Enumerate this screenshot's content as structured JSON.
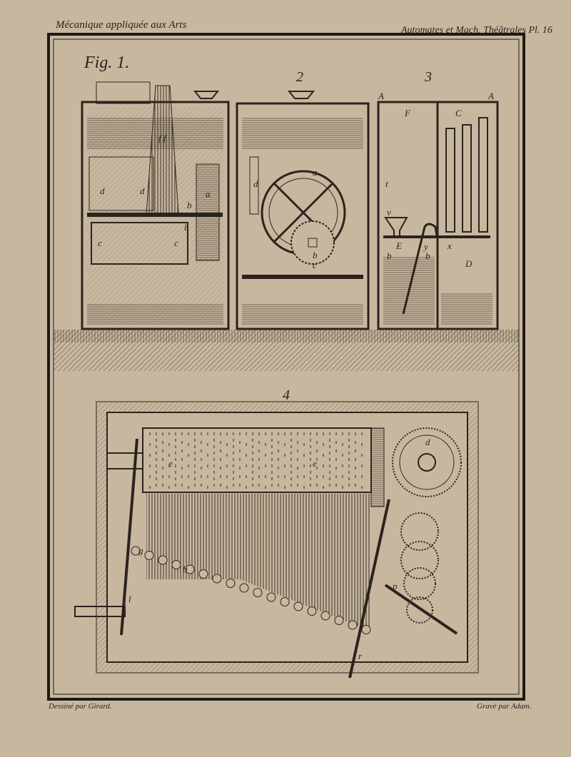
{
  "header": {
    "left": "Mécanique appliquée aux Arts",
    "right": "Automates et Mach. Théâtrales Pl. 16"
  },
  "footer": {
    "left": "Dessiné par Girard.",
    "right": "Gravé par Adam."
  },
  "figures": {
    "fig1": "Fig. 1.",
    "fig2": "2",
    "fig3": "3",
    "fig4": "4"
  },
  "labels": {
    "fig1": [
      "f f",
      "d",
      "d",
      "a",
      "b",
      "b",
      "c",
      "c"
    ],
    "fig2": [
      "a",
      "d",
      "b",
      "c"
    ],
    "fig3": [
      "A",
      "A",
      "F",
      "C",
      "t",
      "v",
      "E",
      "x",
      "y",
      "b",
      "b",
      "D"
    ],
    "fig4": [
      "d",
      "e",
      "e",
      "g",
      "b",
      "l",
      "p",
      "r"
    ]
  },
  "colors": {
    "paper": "#c8b79f",
    "ink": "#2a241d",
    "water": "#8f8272"
  }
}
